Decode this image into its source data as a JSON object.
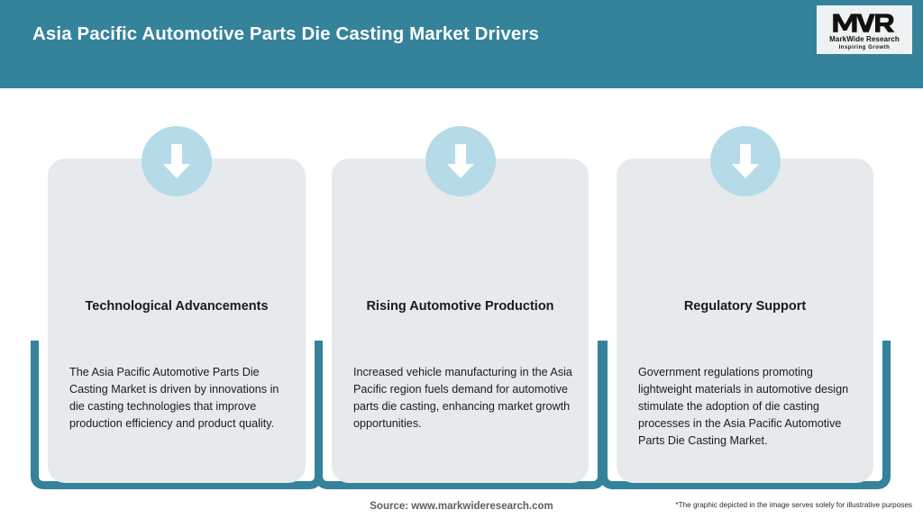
{
  "header": {
    "title": "Asia Pacific Automotive Parts Die Casting Market Drivers",
    "bar_color": "#35829B",
    "title_color": "#FFFFFF",
    "logo": {
      "mark": "MWR",
      "name": "MarkWide Research",
      "tagline": "Inspiring Growth"
    }
  },
  "cards": [
    {
      "icon": "down-arrow-icon",
      "title": "Technological Advancements",
      "body": "The Asia Pacific Automotive Parts Die Casting Market is driven by innovations in die casting technologies that improve production efficiency and product quality."
    },
    {
      "icon": "down-arrow-icon",
      "title": "Rising Automotive Production",
      "body": "Increased vehicle manufacturing in the Asia Pacific region fuels demand for automotive parts die casting, enhancing market growth opportunities."
    },
    {
      "icon": "down-arrow-icon",
      "title": "Regulatory Support",
      "body": "Government regulations promoting lightweight materials in automotive design stimulate the adoption of die casting processes in the Asia Pacific Automotive Parts Die Casting Market."
    }
  ],
  "footer": {
    "source": "Source: www.markwideresearch.com",
    "disclaimer": "*The graphic depicted in the image serves solely for illustrative purposes"
  },
  "palette": {
    "teal": "#35829B",
    "card_bg": "#E7EAEC",
    "icon_circle": "#B5DBE8",
    "page_bg": "#FFFFFF"
  }
}
